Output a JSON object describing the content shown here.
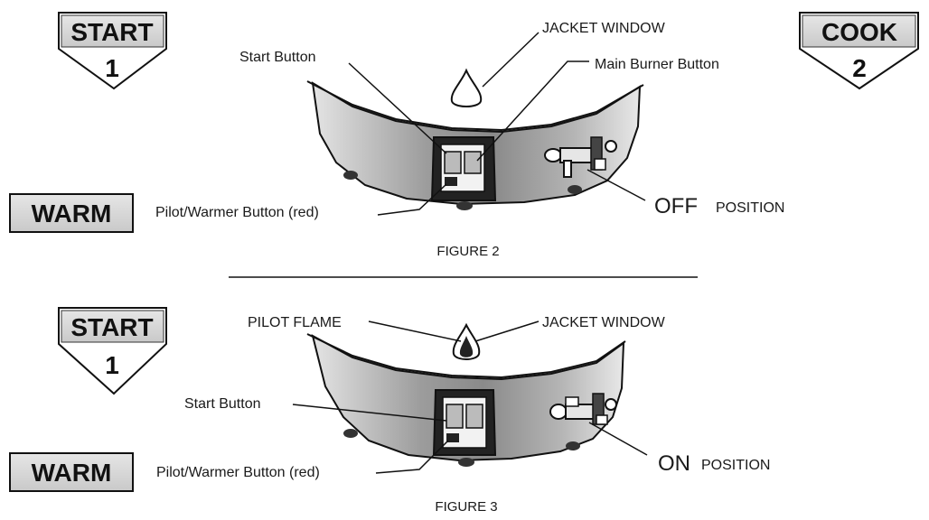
{
  "figure2": {
    "caption": "FIGURE 2",
    "labels": {
      "start_button": "Start Button",
      "jacket_window": "JACKET WINDOW",
      "main_burner_button": "Main Burner Button",
      "pilot_warmer_button": "Pilot/Warmer Button (red)",
      "position_main": "OFF",
      "position_suffix": "POSITION"
    },
    "badges": {
      "start": {
        "word": "START",
        "number": "1"
      },
      "cook": {
        "word": "COOK",
        "number": "2"
      },
      "warm": "WARM"
    }
  },
  "figure3": {
    "caption": "FIGURE 3",
    "labels": {
      "pilot_flame": "PILOT FLAME",
      "jacket_window": "JACKET WINDOW",
      "start_button": "Start Button",
      "pilot_warmer_button": "Pilot/Warmer Button (red)",
      "position_main": "ON",
      "position_suffix": "POSITION"
    },
    "badges": {
      "start": {
        "word": "START",
        "number": "1"
      },
      "warm": "WARM"
    }
  },
  "colors": {
    "ink": "#111111",
    "badge_fill": "#d9d9d9",
    "body_shade": "#a9a9a9"
  }
}
